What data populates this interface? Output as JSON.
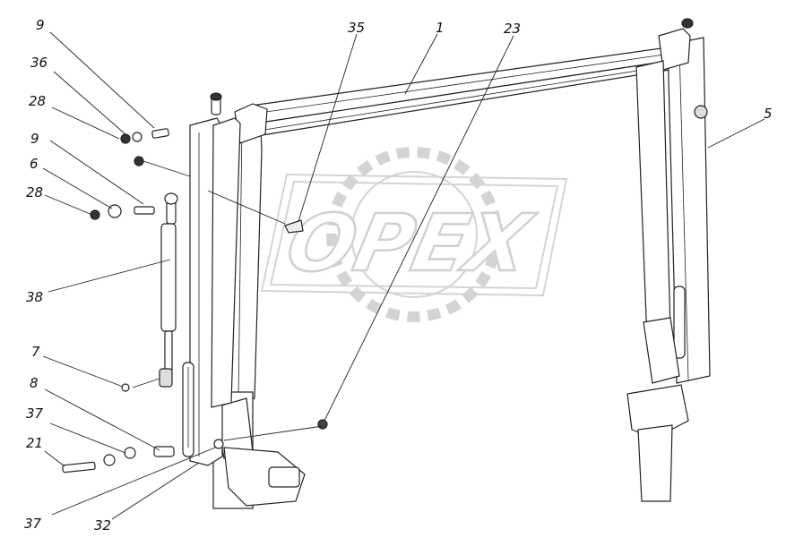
{
  "watermark": {
    "text": "OPEX",
    "color": "#d2d2d2"
  },
  "callouts": [
    {
      "id": "c9a",
      "text": "9"
    },
    {
      "id": "c36",
      "text": "36"
    },
    {
      "id": "c28a",
      "text": "28"
    },
    {
      "id": "c9b",
      "text": "9"
    },
    {
      "id": "c6",
      "text": "6"
    },
    {
      "id": "c28b",
      "text": "28"
    },
    {
      "id": "c38",
      "text": "38"
    },
    {
      "id": "c7",
      "text": "7"
    },
    {
      "id": "c8",
      "text": "8"
    },
    {
      "id": "c37a",
      "text": "37"
    },
    {
      "id": "c21",
      "text": "21"
    },
    {
      "id": "c37b",
      "text": "37"
    },
    {
      "id": "c32",
      "text": "32"
    },
    {
      "id": "c35",
      "text": "35"
    },
    {
      "id": "c1",
      "text": "1"
    },
    {
      "id": "c23",
      "text": "23"
    },
    {
      "id": "c5",
      "text": "5"
    }
  ]
}
